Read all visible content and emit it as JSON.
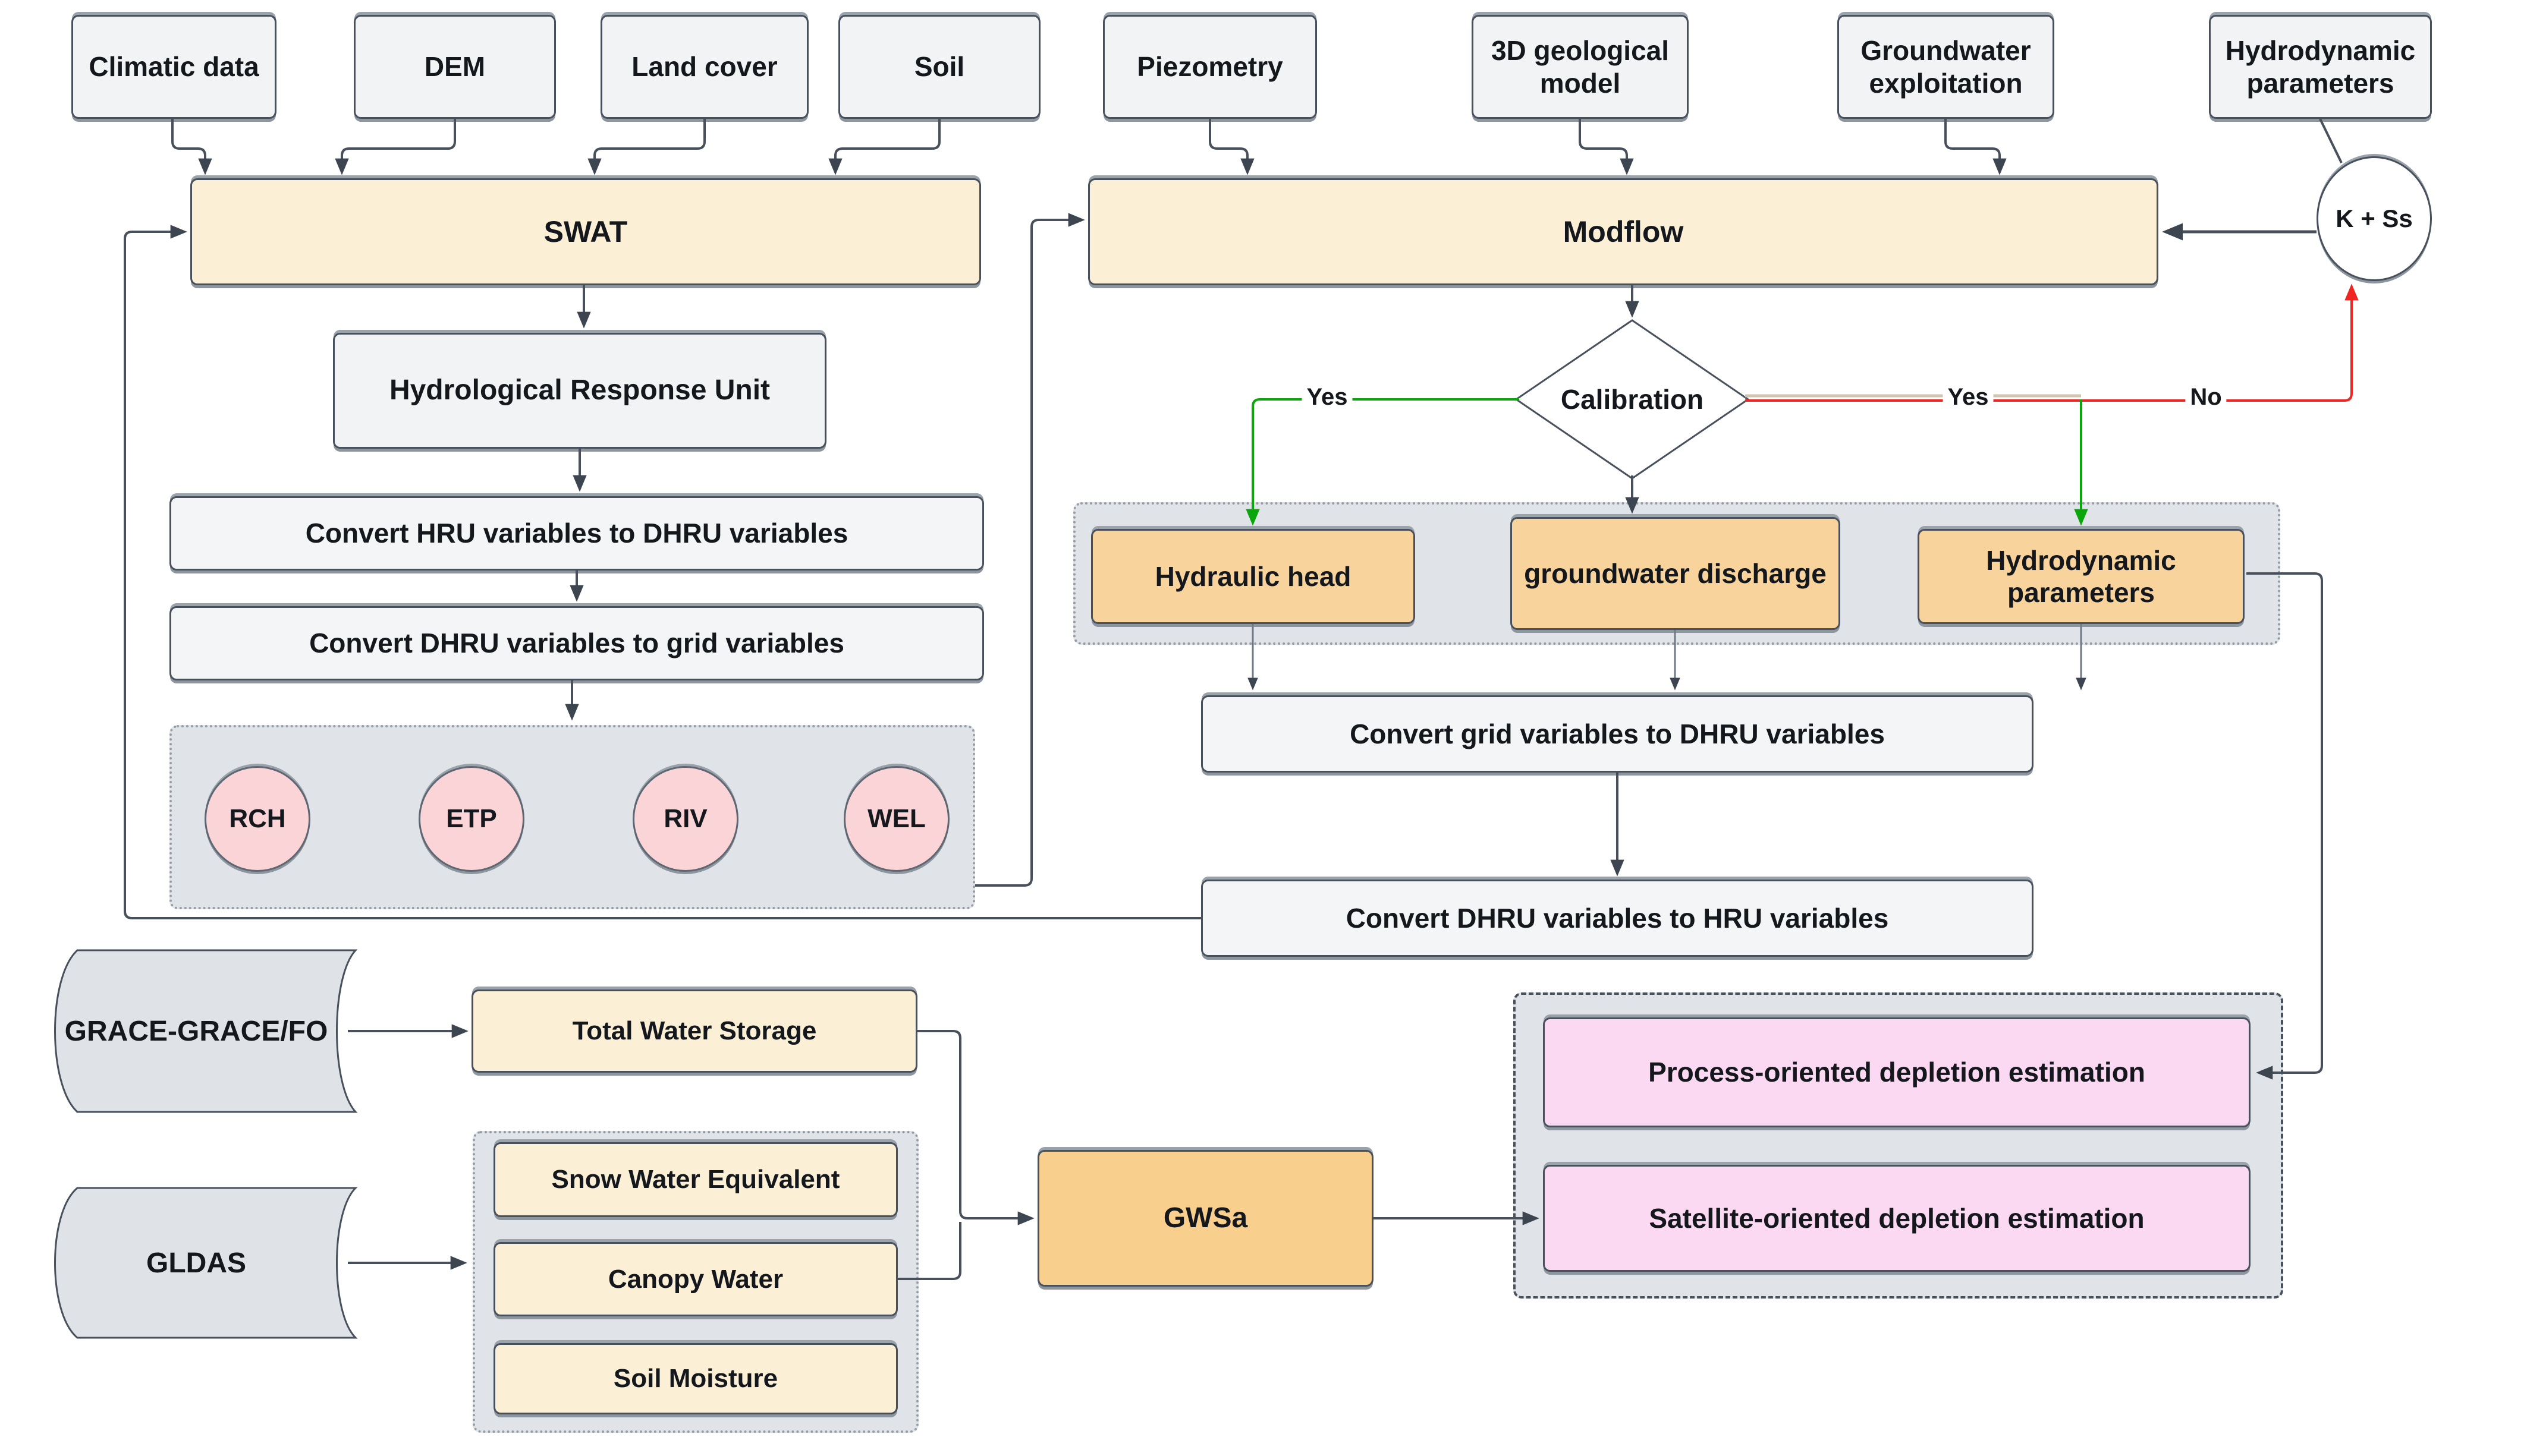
{
  "nodes": {
    "climatic_data": "Climatic data",
    "dem": "DEM",
    "land_cover": "Land cover",
    "soil": "Soil",
    "piezometry": "Piezometry",
    "geological_model": "3D geological model",
    "groundwater_exploitation": "Groundwater exploitation",
    "hydrodynamic_parameters_input": "Hydrodynamic parameters",
    "swat": "SWAT",
    "modflow": "Modflow",
    "k_ss": "K + Ss",
    "hydrological_response_unit": "Hydrological Response Unit",
    "convert_hru_to_dhru": "Convert HRU variables to DHRU variables",
    "convert_dhru_to_grid": "Convert DHRU variables to grid variables",
    "rch": "RCH",
    "etp": "ETP",
    "riv": "RIV",
    "wel": "WEL",
    "calibration": "Calibration",
    "hydraulic_head": "Hydraulic head",
    "groundwater_discharge": "groundwater discharge",
    "hydrodynamic_parameters": "Hydrodynamic parameters",
    "convert_grid_to_dhru": "Convert grid variables to DHRU variables",
    "convert_dhru_to_hru": "Convert DHRU variables to HRU variables",
    "grace": "GRACE-GRACE/FO",
    "total_water_storage": "Total Water Storage",
    "gldas": "GLDAS",
    "snow_water_equivalent": "Snow Water Equivalent",
    "canopy_water": "Canopy Water",
    "soil_moisture": "Soil Moisture",
    "gwsa": "GWSa",
    "process_depletion": "Process-oriented depletion estimation",
    "satellite_depletion": "Satellite-oriented depletion estimation"
  },
  "edge_labels": {
    "calibration_yes_left": "Yes",
    "calibration_yes_right": "Yes",
    "calibration_no": "No"
  },
  "colors": {
    "line": "#47505b",
    "green_edge": "#0ba60b",
    "red_edge": "#f02421",
    "tan_edge": "#d2c3ae",
    "cream_node": "#fbf0d6",
    "orange_node": "#f8d49c",
    "gwsa_node": "#f9cf8e",
    "pink_node": "#fbd9f3",
    "pink_circle": "#fad4d6",
    "grey_node": "#f2f3f4",
    "container_fill": "#e0e3e8",
    "data_shape_fill": "#dfe3e8"
  }
}
